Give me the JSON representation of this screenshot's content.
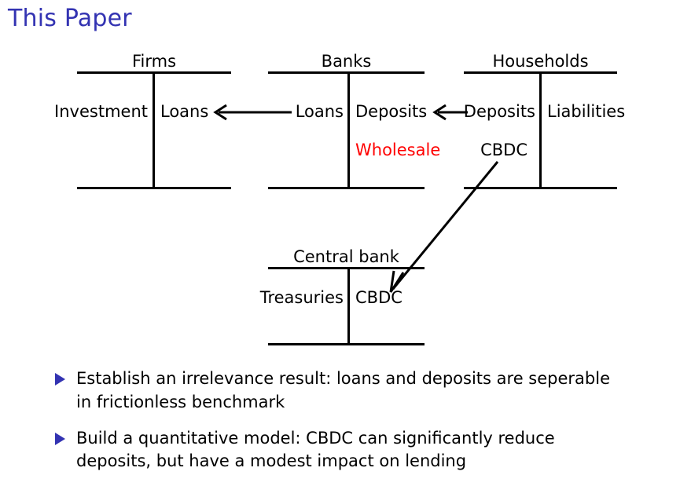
{
  "slide": {
    "title": "This Paper",
    "title_color": "#3333b2"
  },
  "diagram": {
    "accounts": [
      {
        "name": "firms",
        "title": "Firms",
        "left_label": "Investment",
        "right_label": "Loans",
        "extra_label": "",
        "extra_color": ""
      },
      {
        "name": "banks",
        "title": "Banks",
        "left_label": "Loans",
        "right_label": "Deposits",
        "extra_label": "Wholesale",
        "extra_color": "#ff0000"
      },
      {
        "name": "households",
        "title": "Households",
        "left_label": "Deposits",
        "right_label": "Liabilities",
        "extra_label": "CBDC",
        "extra_color": "#000000"
      },
      {
        "name": "central-bank",
        "title": "Central bank",
        "left_label": "Treasuries",
        "right_label": "CBDC",
        "extra_label": "",
        "extra_color": ""
      }
    ],
    "arrows": [
      {
        "name": "banks-loans-to-firms-loans",
        "label": ""
      },
      {
        "name": "households-deposits-to-banks-deposits",
        "label": ""
      },
      {
        "name": "households-cbdc-to-central-bank-cbdc",
        "label": ""
      }
    ]
  },
  "bullets": [
    {
      "marker": "triangle-right-icon",
      "text": "Establish an irrelevance result: loans and deposits are seperable in frictionless benchmark"
    },
    {
      "marker": "triangle-right-icon",
      "text": "Build a quantitative model: CBDC can significantly reduce deposits, but have a modest impact on lending"
    }
  ],
  "colors": {
    "accent": "#3333b2",
    "highlight": "#ff0000",
    "ink": "#000000",
    "background": "#ffffff"
  }
}
